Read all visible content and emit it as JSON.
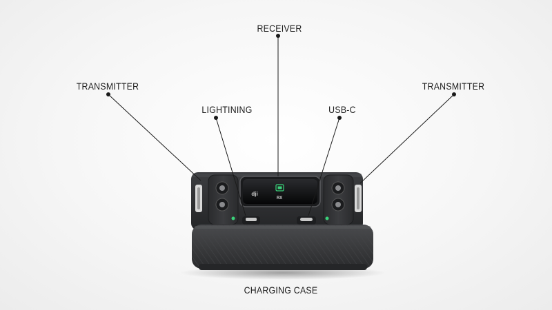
{
  "labels": {
    "receiver": "RECEIVER",
    "transmitter_left": "TRANSMITTER",
    "transmitter_right": "TRANSMITTER",
    "lightning": "LIGHTINING",
    "usb_c": "USB-C",
    "charging_case": "CHARGING CASE"
  },
  "receiver_screen": {
    "brand": "dji",
    "mode": "RX"
  },
  "colors": {
    "background": "#f4f4f4",
    "device_dark": "#2e2f31",
    "case_body": "#3a3b3d",
    "screen": "#0c0c0d",
    "status_led": "#3ad27a",
    "leader_line": "#1a1a1a"
  }
}
